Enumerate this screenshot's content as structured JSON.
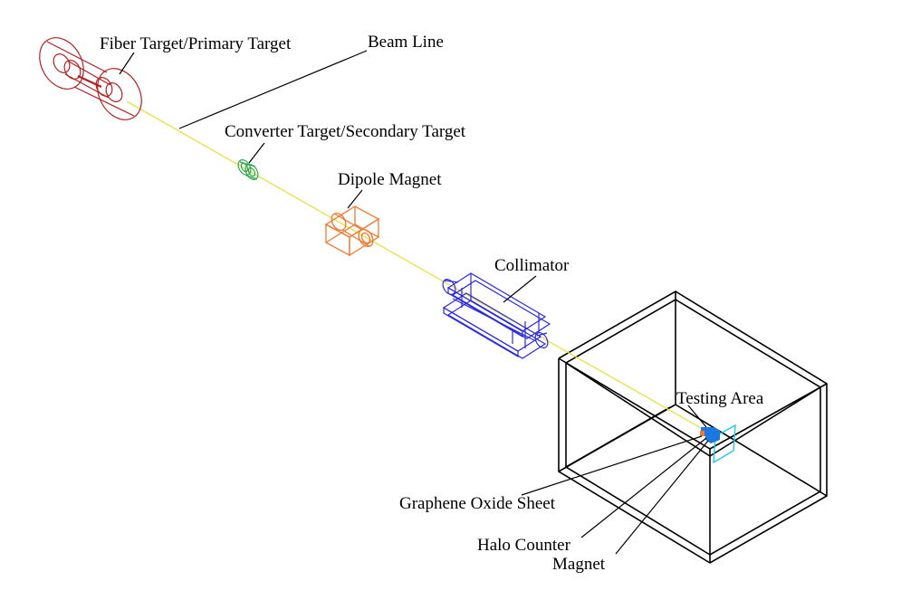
{
  "labels": {
    "fiber_target": "Fiber Target/Primary Target",
    "beam_line": "Beam Line",
    "converter_target": "Converter Target/Secondary Target",
    "dipole_magnet": "Dipole Magnet",
    "collimator": "Collimator",
    "testing_area": "Testing Area",
    "graphene_oxide_sheet": "Graphene Oxide Sheet",
    "halo_counter": "Halo Counter",
    "magnet": "Magnet"
  },
  "colors": {
    "beam": "#e8e040",
    "fiber_target": "#b22020",
    "converter_target": "#2aa84a",
    "dipole_magnet": "#f07830",
    "collimator": "#2a2ae0",
    "testing_sheet": "#20c8e8",
    "testing_device": "#1a78e0",
    "room": "#000000",
    "leader": "#000000"
  }
}
